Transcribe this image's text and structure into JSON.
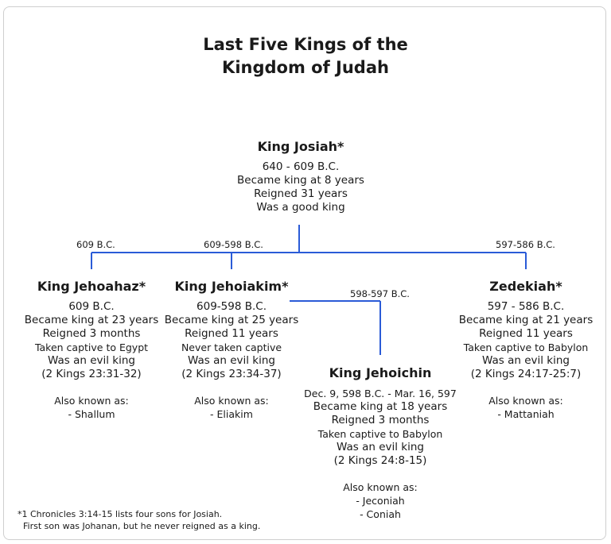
{
  "title": {
    "line1": "Last Five Kings of the",
    "line2": "Kingdom of Judah"
  },
  "kings": {
    "josiah": {
      "name": "King Josiah*",
      "lines": [
        "640 - 609 B.C.",
        "Became king at 8 years",
        "Reigned 31 years",
        "Was a good king"
      ]
    },
    "jehoahaz": {
      "name": "King Jehoahaz*",
      "lines": [
        "609 B.C.",
        "Became king at 23 years",
        "Reigned 3 months",
        "Taken captive to Egypt",
        "Was an evil king",
        "(2 Kings 23:31-32)"
      ],
      "aka_heading": "Also known as:",
      "aka": [
        "-   Shallum"
      ]
    },
    "jehoiakim": {
      "name": "King Jehoiakim*",
      "lines": [
        "609-598 B.C.",
        "Became king at 25 years",
        "Reigned 11 years",
        "Never taken captive",
        "Was an evil king",
        "(2 Kings 23:34-37)"
      ],
      "aka_heading": "Also known as:",
      "aka": [
        "-   Eliakim"
      ]
    },
    "jehoichin": {
      "name": "King Jehoichin",
      "lines": [
        "Dec. 9, 598 B.C. - Mar. 16, 597",
        "Became king at 18 years",
        "Reigned 3 months",
        "Taken captive to Babylon",
        "Was an evil king",
        "(2 Kings 24:8-15)"
      ],
      "aka_heading": "Also known as:",
      "aka": [
        "-   Jeconiah",
        "-   Coniah"
      ]
    },
    "zedekiah": {
      "name": "Zedekiah*",
      "lines": [
        "597 - 586 B.C.",
        "Became king at 21 years",
        "Reigned 11  years",
        "Taken captive to Babylon",
        "Was an evil king",
        "(2 Kings 24:17-25:7)"
      ],
      "aka_heading": "Also known as:",
      "aka": [
        "-   Mattaniah"
      ]
    }
  },
  "connector_labels": {
    "jehoahaz": "609 B.C.",
    "jehoiakim": "609-598 B.C.",
    "jehoichin": "598-597 B.C.",
    "zedekiah": "597-586 B.C."
  },
  "footnote": {
    "line1": "*1 Chronicles 3:14-15 lists four sons for Josiah.",
    "line2": "  First son was Johanan, but he never reigned as a king."
  },
  "colors": {
    "connector": "#2a5bd7",
    "text": "#1a1a1a"
  }
}
